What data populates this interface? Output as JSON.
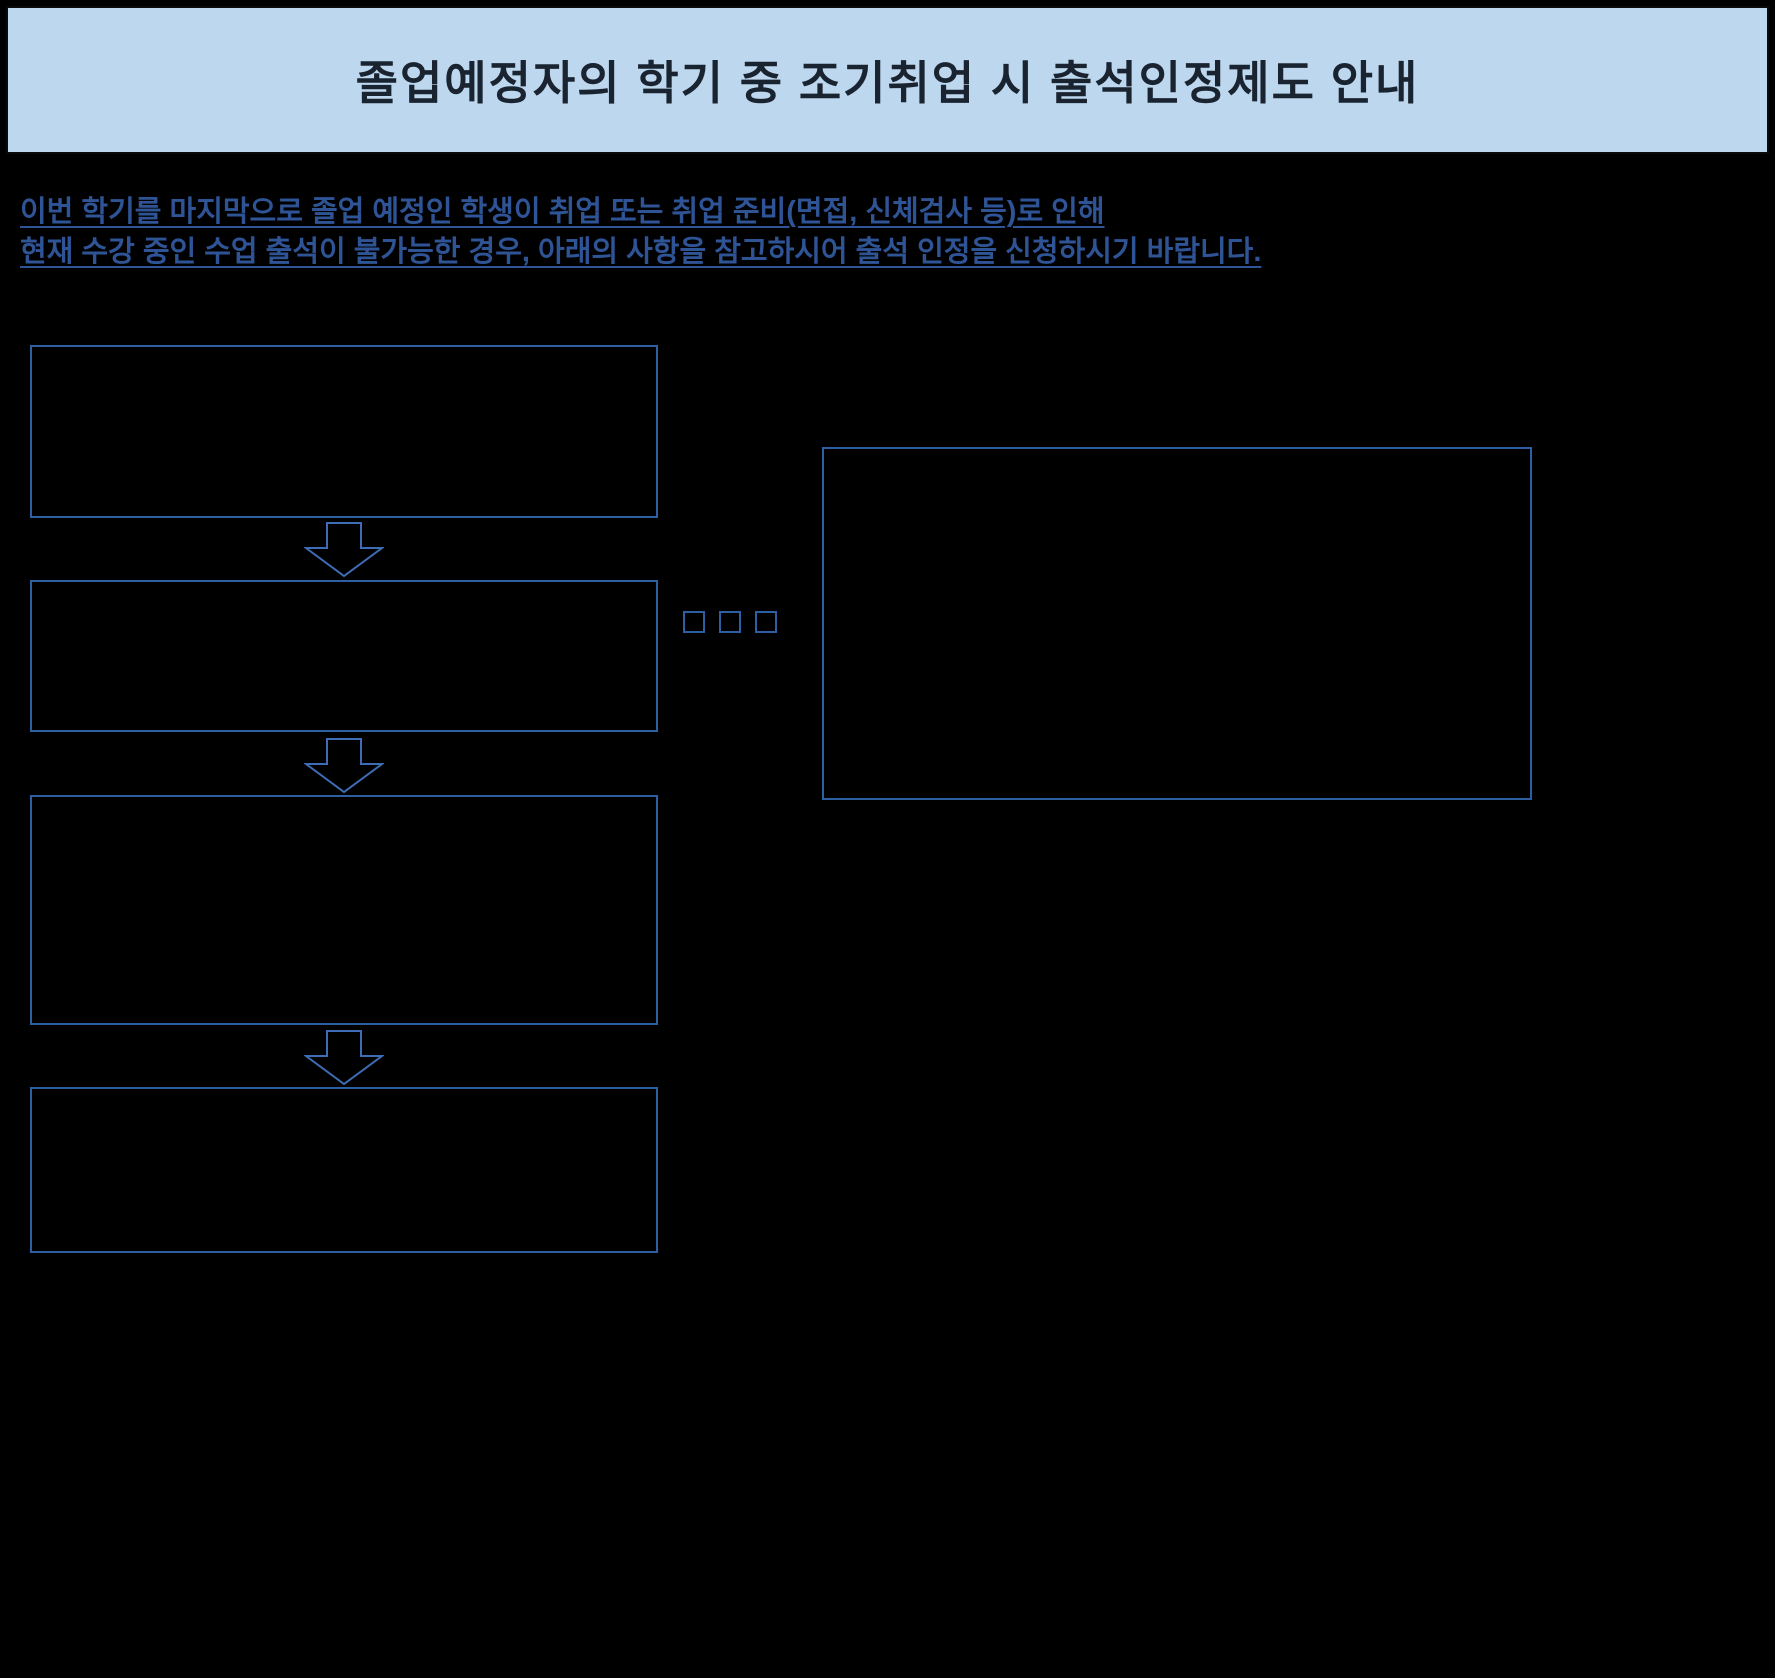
{
  "page": {
    "background_color": "#000000"
  },
  "header": {
    "title": "졸업예정자의 학기 중 조기취업 시 출석인정제도 안내",
    "background_color": "#BDD7EE",
    "text_color": "#1A2430"
  },
  "intro": {
    "line1": "이번 학기를 마지막으로 졸업 예정인 학생이 취업 또는 취업 준비(면접, 신체검사 등)로 인해",
    "line2": "현재 수강 중인 수업 출석이 불가능한 경우, 아래의 사항을 참고하시어 출석 인정을 신청하시기 바랍니다.",
    "text_color": "#2F5496"
  },
  "flowchart": {
    "border_color": "#2E5FA3",
    "arrow_color": "#3E6DB5",
    "steps": [
      {
        "label": ""
      },
      {
        "label": ""
      },
      {
        "label": ""
      },
      {
        "label": ""
      }
    ],
    "connector_square_count": 3
  },
  "side_panel": {
    "label": "",
    "border_color": "#2E5FA3"
  }
}
